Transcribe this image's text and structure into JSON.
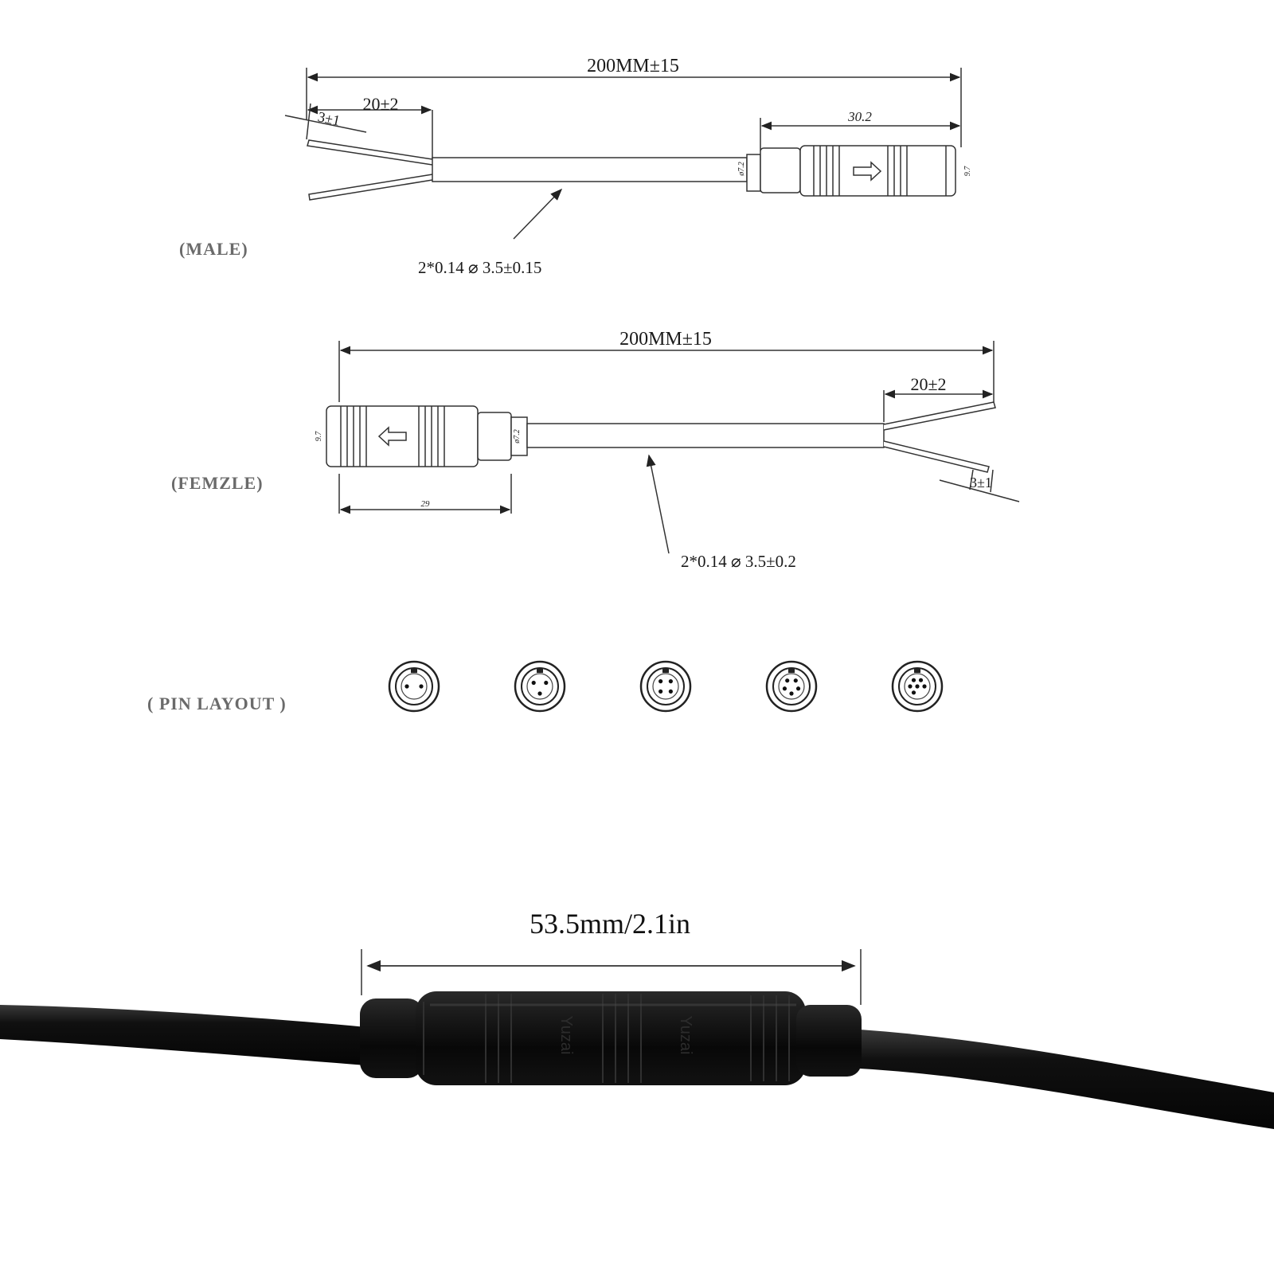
{
  "male": {
    "label": "(MALE)",
    "total_length": "200MM±15",
    "strip_length": "20±2",
    "tip_length": "3±1",
    "connector_length": "30.2",
    "cable_diameter": "ø7.2",
    "connector_diameter": "9.7",
    "cable_spec": "2*0.14 ⌀ 3.5±0.15"
  },
  "female": {
    "label": "(FEMZLE)",
    "total_length": "200MM±15",
    "strip_length": "20±2",
    "tip_length": "3±1",
    "connector_length": "29",
    "cable_diameter": "ø7.2",
    "connector_diameter": "9.7",
    "cable_spec": "2*0.14  ⌀ 3.5±0.2"
  },
  "pin_layout": {
    "label": "( PIN LAYOUT )",
    "pins": [
      2,
      3,
      4,
      5,
      6
    ]
  },
  "photo": {
    "measurement": "53.5mm/2.1in",
    "brand_mark": "Yuzai"
  }
}
